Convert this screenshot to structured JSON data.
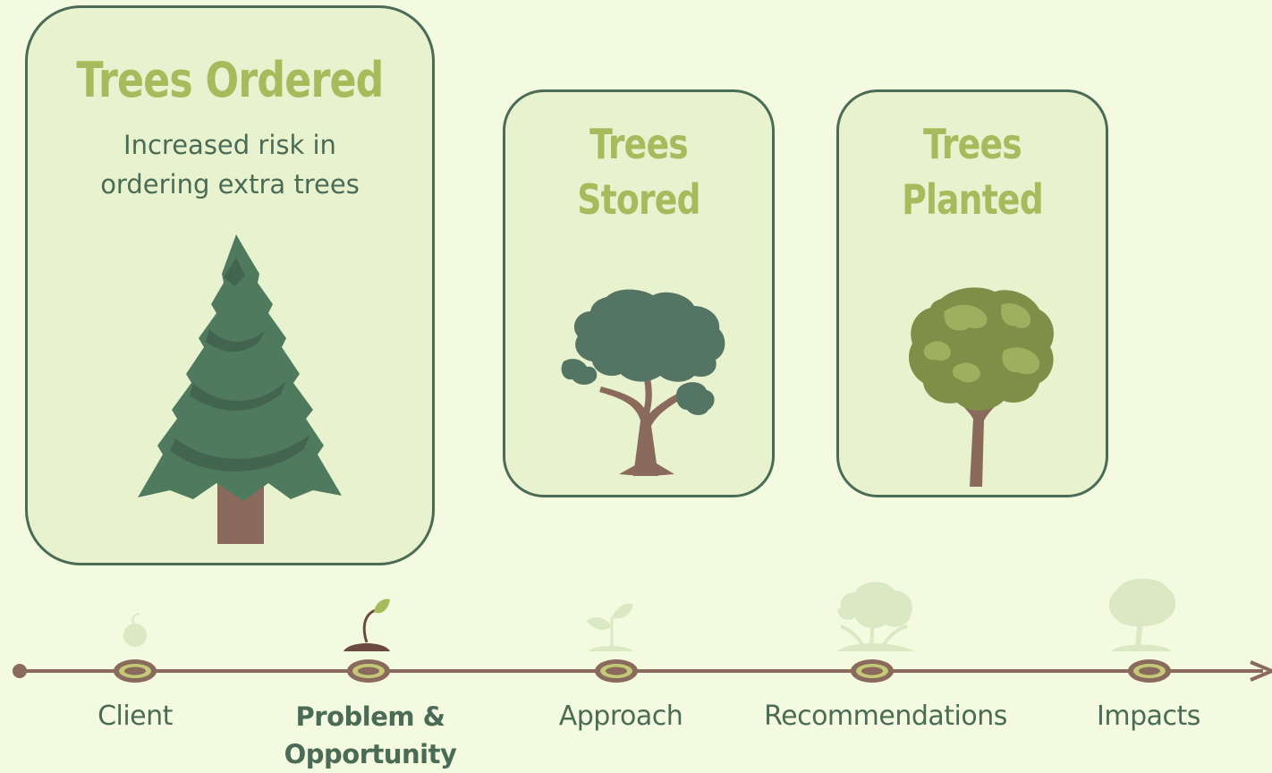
{
  "cards": [
    {
      "title": "Trees Ordered",
      "description": "Increased risk in ordering extra trees",
      "illustration": "pine-tree-icon"
    },
    {
      "title": "Trees Stored",
      "illustration": "broad-canopy-tree-icon"
    },
    {
      "title": "Trees Planted",
      "illustration": "round-canopy-tree-icon"
    }
  ],
  "timeline": {
    "stages": [
      {
        "label": "Client",
        "icon": "seed-icon",
        "active": false
      },
      {
        "label": "Problem & Opportunity",
        "icon": "sprout-icon",
        "active": true
      },
      {
        "label": "Approach",
        "icon": "seedling-icon",
        "active": false
      },
      {
        "label": "Recommendations",
        "icon": "young-tree-icon",
        "active": false
      },
      {
        "label": "Impacts",
        "icon": "mature-tree-icon",
        "active": false
      }
    ]
  },
  "colors": {
    "background": "#f4fadf",
    "card_fill": "#e9f2cf",
    "card_border": "#4a6b55",
    "title": "#a7ba5c",
    "text": "#4a6b55",
    "timeline_line": "#8a6a5c",
    "node_ring": "#c4c978",
    "inactive_icon": "#dbe8c4",
    "active_icon": "#a7ba5c"
  }
}
